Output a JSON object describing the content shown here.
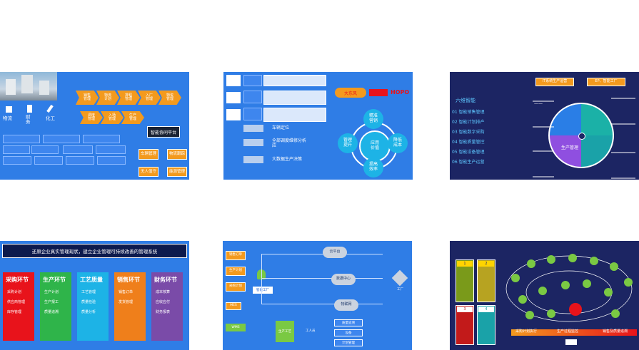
{
  "tile1": {
    "arrows_top": [
      "销售\n管理",
      "物流\n计划",
      "排程\n管理",
      "入厂\n管理",
      "物资\n管理"
    ],
    "arrows_bot": [
      "调度\n管理",
      "入场\n管理",
      "生产\n管理"
    ],
    "icons": [
      "物流",
      "财\n务",
      "化工"
    ],
    "center": "智能协同平台",
    "boxes": [
      "车辆管理",
      "物流跟踪",
      "无人值守",
      "能源管理"
    ]
  },
  "tile2": {
    "rows": [
      "车辆定位",
      "全部调度维修分析\n应",
      "大数据生产决策"
    ],
    "brand1": "大东风",
    "brand3": "HOPO",
    "center": "应用\n价值",
    "sats": [
      "精准\n营销",
      "管理\n提升",
      "降低\n成本",
      "提高\n效率"
    ]
  },
  "tile3": {
    "title": "六维智能",
    "list": [
      "01 智能销售管理",
      "02 智能计划排产",
      "03 智能数字采购",
      "04 智能质量管控",
      "05 智能设备管理",
      "06 智能生产运营"
    ],
    "badges": [
      "IT系统生产运营",
      "EP、智能工厂"
    ],
    "pie": [
      "生产管理"
    ]
  },
  "tile4": {
    "title": "还原企业真实管理现状，建立企业管理可持续改善的管理系统",
    "cols": [
      {
        "h": "采购环节",
        "items": [
          "采购计划",
          "供应商管理",
          "库存管理"
        ],
        "color": "#e8131b"
      },
      {
        "h": "生产环节",
        "items": [
          "生产计划",
          "生产报工",
          "质量追溯"
        ],
        "color": "#2fb44a"
      },
      {
        "h": "工艺质量",
        "items": [
          "工艺管理",
          "质量检验",
          "质量分析"
        ],
        "color": "#1db3e6"
      },
      {
        "h": "销售环节",
        "items": [
          "销售订单",
          "发货管理"
        ],
        "color": "#ef7f1b"
      },
      {
        "h": "财务环节",
        "items": [
          "成本核算",
          "应收应付",
          "财务报表"
        ],
        "color": "#7a4ba8"
      }
    ]
  },
  "tile5": {
    "left": [
      "销售订单",
      "生产计划",
      "采购计划",
      "MES",
      "WMS"
    ],
    "clouds": [
      "云平台",
      "数据中心",
      "物联网"
    ],
    "center": "智能工厂",
    "bottom": [
      "生产工艺",
      "质量追溯",
      "设备",
      "工人员",
      "计划管理"
    ],
    "right": "工厂"
  },
  "tile6": {
    "quads": [
      "1",
      "2",
      "3",
      "4"
    ],
    "bars": [
      "采购计划执行",
      "生产过程监控",
      "销售及质量追溯"
    ]
  }
}
